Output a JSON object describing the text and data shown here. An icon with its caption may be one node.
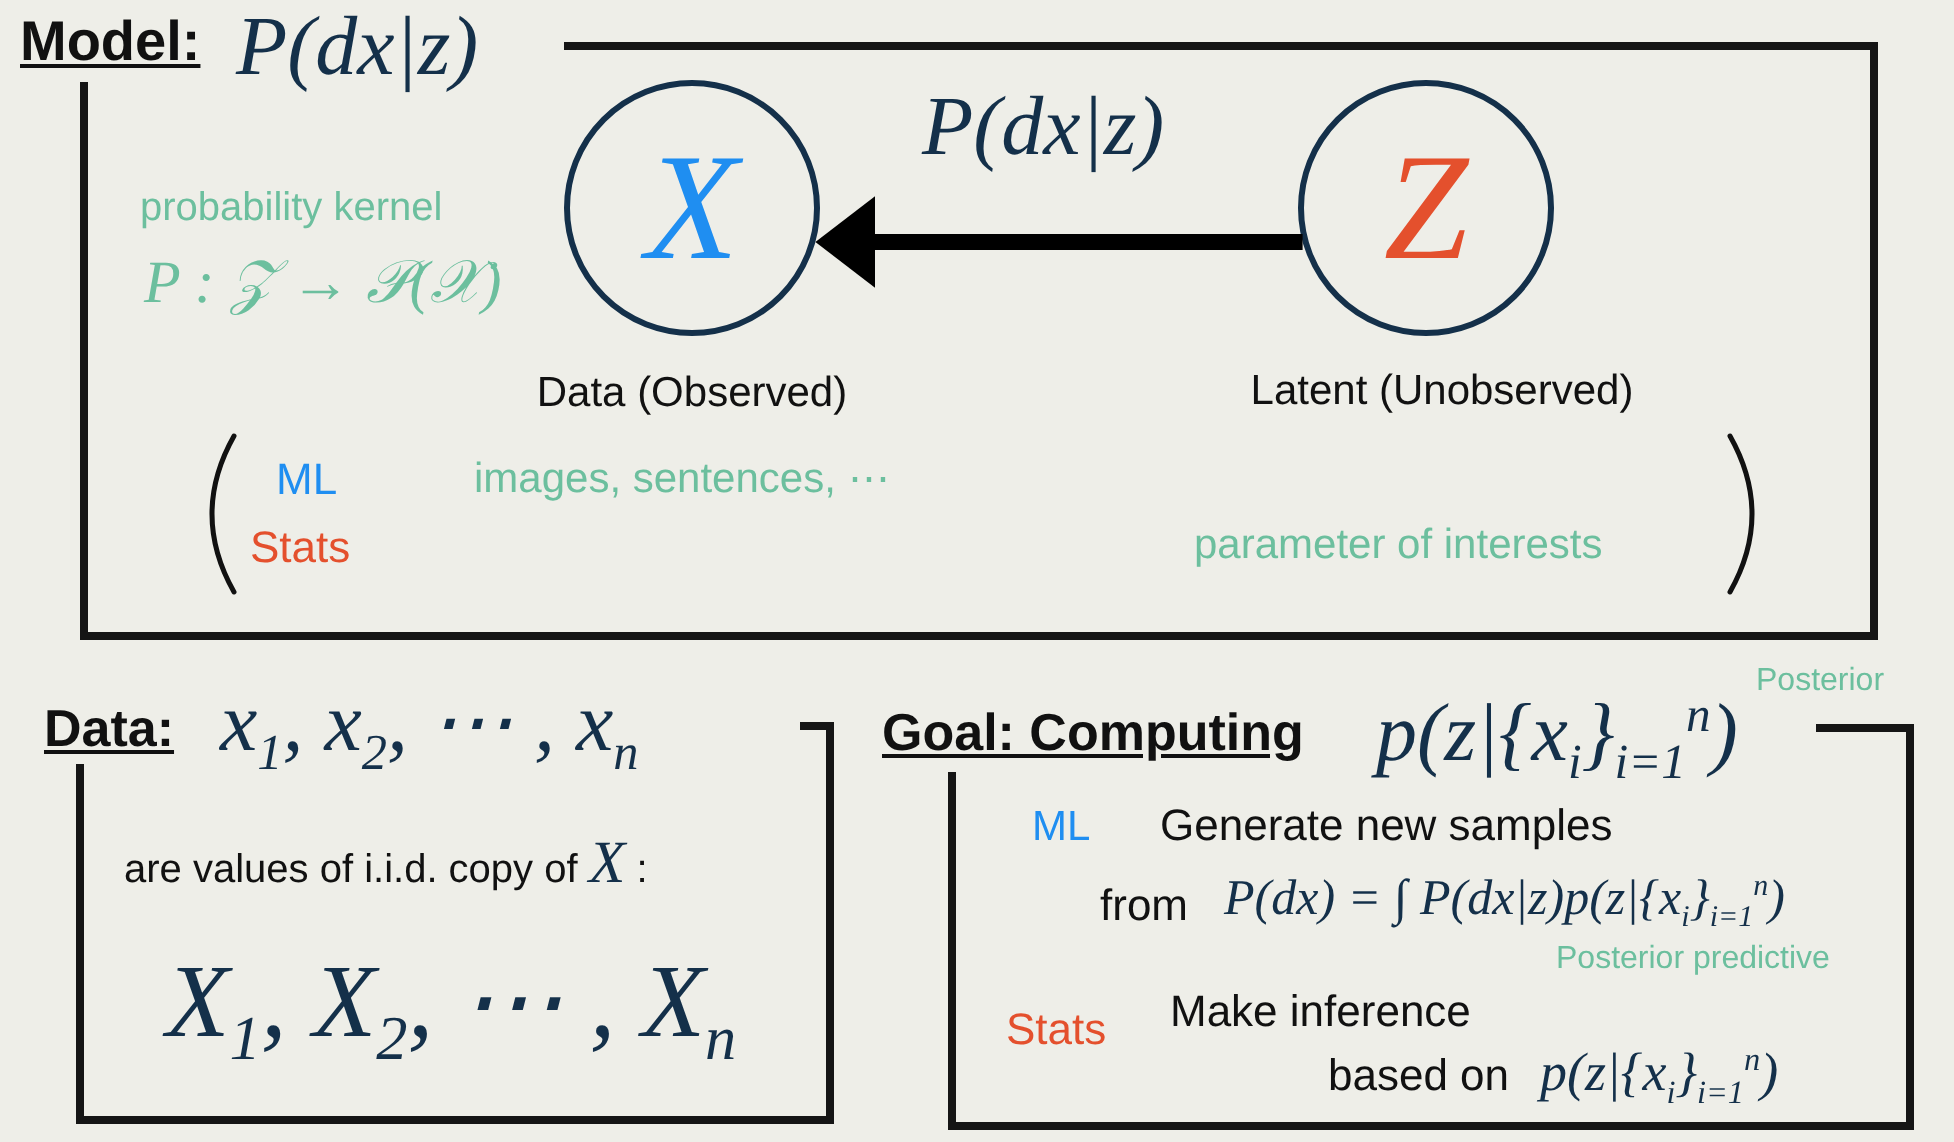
{
  "diagram": {
    "nodes": [
      {
        "text": [
          "Model:",
          "P(dx|z)",
          "probability kernel",
          "P : 𝒵 → 𝒫(𝒳)",
          "ML",
          "Stats",
          "images, sentences, ⋯",
          "parameter of interests"
        ]
      },
      {
        "text": [
          "X"
        ],
        "in": 0,
        "beside": [
          "Data (Observed)"
        ]
      },
      {
        "text": [
          "Z"
        ],
        "in": 0,
        "beside": [
          "Latent (Unobserved)"
        ]
      },
      {
        "text": [
          "Data:",
          "x$_{1}$, x$_{2}$, ⋯ , x$_{n}$",
          "are values of i.i.d. copy of *X* :",
          "X$_{1}$, X$_{2}$, ⋯ , X$_{n}$"
        ]
      },
      {
        "text": [
          "Goal: Computing",
          "p(z|{x$_{i}$}$_{i=1}$$^{n}$)",
          "Posterior",
          "ML",
          "Generate new samples",
          "from",
          "P(dx) = ∫ P(dx|z)p(z|{x$_{i}$}$_{i=1}$$^{n}$)",
          "Posterior predictive",
          "Stats",
          "Make inference",
          "based on",
          "p(z|{x$_{i}$}$_{i=1}$$^{n}$)"
        ]
      }
    ],
    "edges": [
      {
        "from": 2,
        "to": 1,
        "arrow": "to",
        "label": "P(dx|z)"
      }
    ]
  }
}
